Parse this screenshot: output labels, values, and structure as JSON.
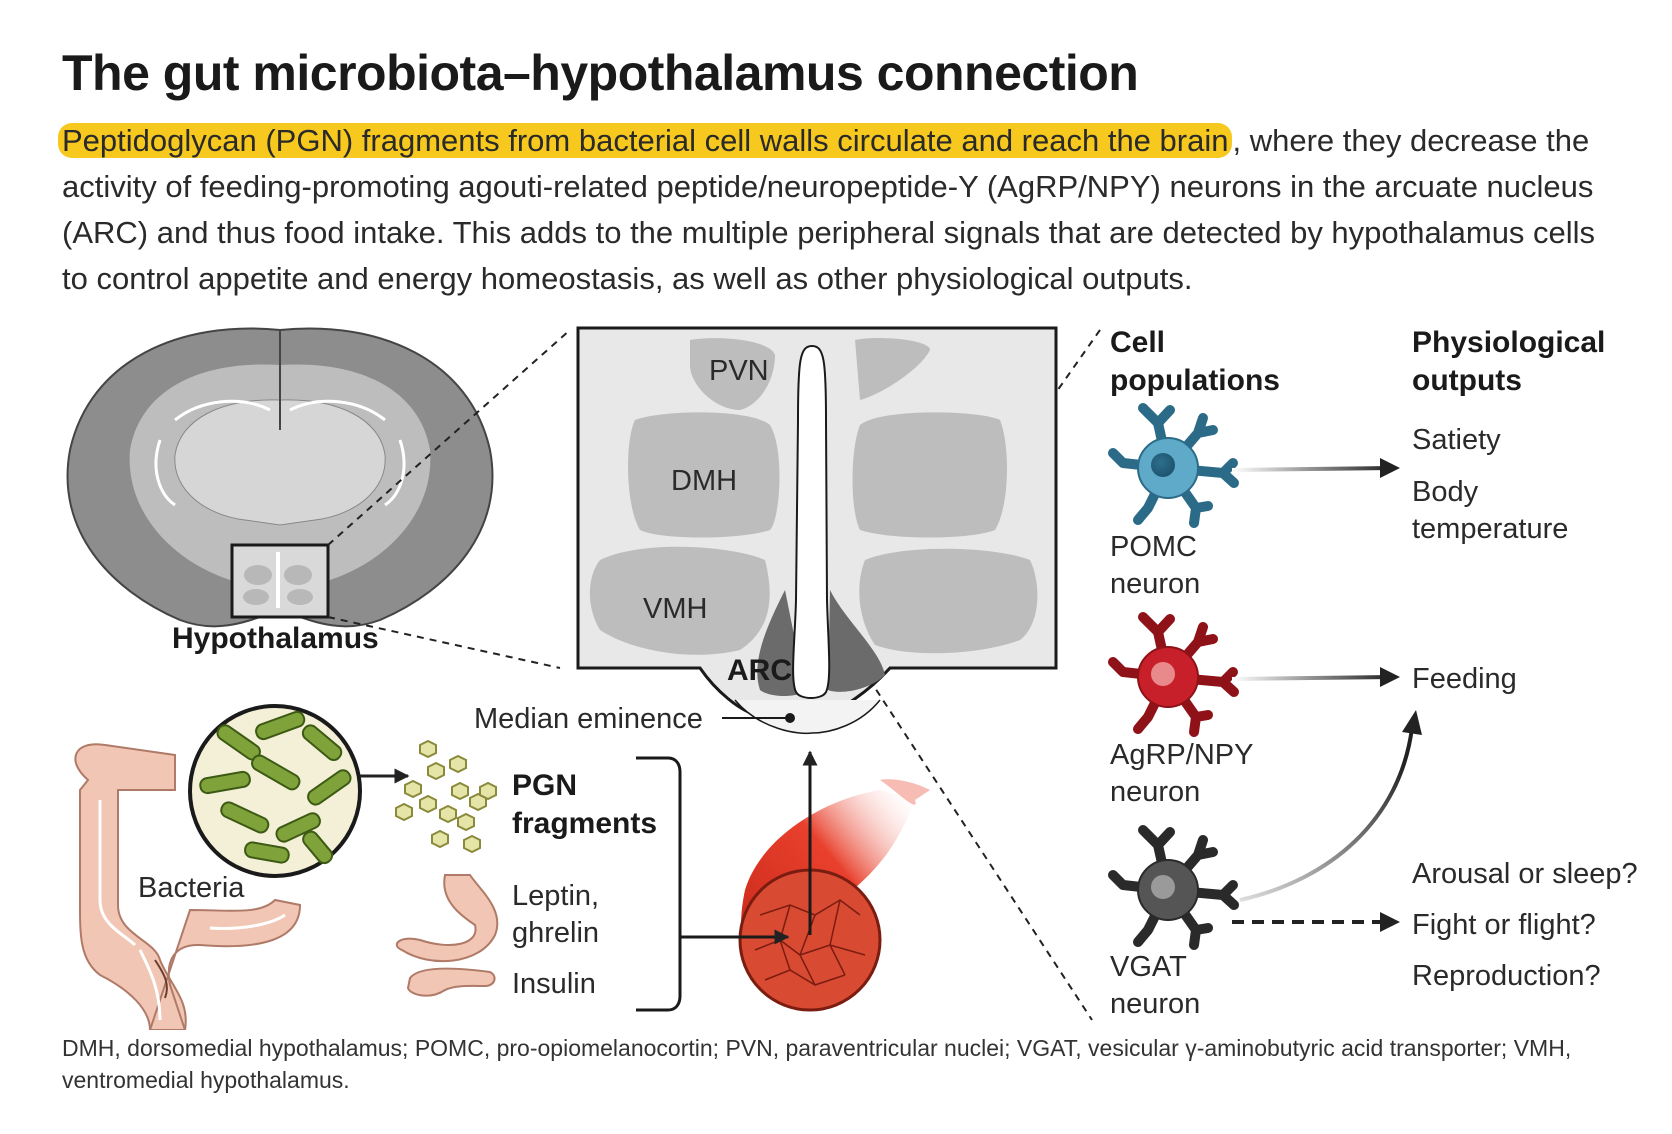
{
  "title": "The gut microbiota–hypothalamus connection",
  "intro": {
    "highlighted": "Peptidoglycan (PGN) fragments from bacterial cell walls circulate and reach the brain",
    "rest": ", where they decrease the activity of feeding-promoting agouti-related peptide/neuropeptide-Y (AgRP/NPY) neurons in the arcuate nucleus (ARC) and thus food intake. This adds to the multiple peripheral signals that are detected by hypo­thalamus cells to control appetite and energy homeostasis, as well as other physiological outputs."
  },
  "brain": {
    "label": "Hypothalamus"
  },
  "nuclei": {
    "pvn": "PVN",
    "dmh": "DMH",
    "vmh": "VMH",
    "arc": "ARC",
    "median_eminence": "Median eminence"
  },
  "gut": {
    "bacteria": "Bacteria",
    "pgn_line1": "PGN",
    "pgn_line2": "fragments",
    "leptin_line1": "Leptin,",
    "leptin_line2": "ghrelin",
    "insulin": "Insulin"
  },
  "headers": {
    "cells_line1": "Cell",
    "cells_line2": "populations",
    "outputs_line1": "Physiological",
    "outputs_line2": "outputs"
  },
  "neurons": {
    "pomc_line1": "POMC",
    "pomc_line2": "neuron",
    "agrp_line1": "AgRP/NPY",
    "agrp_line2": "neuron",
    "vgat_line1": "VGAT",
    "vgat_line2": "neuron"
  },
  "outputs": {
    "satiety": "Satiety",
    "body_line1": "Body",
    "body_line2": "temperature",
    "feeding": "Feeding",
    "arousal": "Arousal or sleep?",
    "fight": "Fight or flight?",
    "reproduction": "Reproduction?"
  },
  "colors": {
    "highlight": "#f7c81e",
    "pomc": "#5fa9c9",
    "agrp": "#c8202a",
    "vgat": "#555555",
    "gut": "#f2c6b4",
    "bacteria": "#7fa33a",
    "blood_vessel": "#d9301f"
  },
  "caption": "DMH, dorsomedial hypothalamus; POMC, pro-opiomelanocortin; PVN, paraventricular nuclei; VGAT, vesicular γ-aminobutyric acid transporter; VMH, ventromedial hypothalamus."
}
